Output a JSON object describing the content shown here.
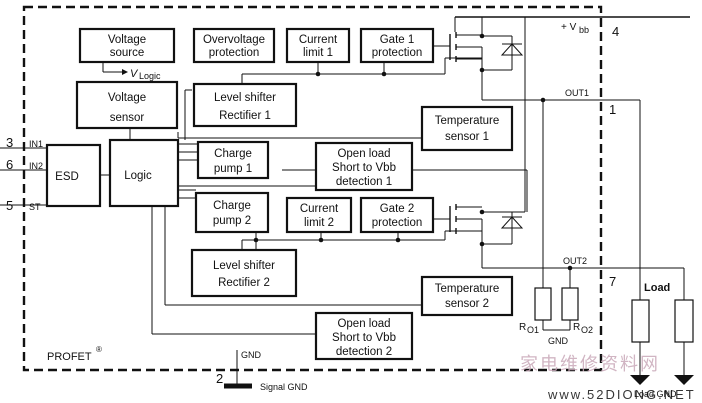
{
  "blocks": {
    "voltage_source": [
      "Voltage",
      "source"
    ],
    "overvoltage_protection": [
      "Overvoltage",
      "protection"
    ],
    "current_limit_1": [
      "Current",
      "limit 1"
    ],
    "gate_1_protection": [
      "Gate 1",
      "protection"
    ],
    "voltage_sensor": [
      "Voltage",
      "sensor"
    ],
    "level_shifter_1": [
      "Level shifter",
      "Rectifier 1"
    ],
    "temperature_sensor_1": [
      "Temperature",
      "sensor 1"
    ],
    "esd": "ESD",
    "logic": "Logic",
    "charge_pump_1": [
      "Charge",
      "pump 1"
    ],
    "open_load_1": [
      "Open load",
      "Short to Vbb",
      "detection 1"
    ],
    "charge_pump_2": [
      "Charge",
      "pump 2"
    ],
    "current_limit_2": [
      "Current",
      "limit 2"
    ],
    "gate_2_protection": [
      "Gate 2",
      "protection"
    ],
    "level_shifter_2": [
      "Level shifter",
      "Rectifier 2"
    ],
    "temperature_sensor_2": [
      "Temperature",
      "sensor 2"
    ],
    "open_load_2": [
      "Open load",
      "Short to Vbb",
      "detection 2"
    ]
  },
  "pins": {
    "in1": {
      "number": "3",
      "name": "IN1"
    },
    "in2": {
      "number": "6",
      "name": "IN2"
    },
    "st": {
      "number": "5",
      "name": "ST"
    },
    "vbb": {
      "number": "4",
      "name_prefix": "+ V",
      "name_sub": "bb"
    },
    "out1": {
      "number": "1",
      "name": "OUT1"
    },
    "out2": {
      "number": "7",
      "name": "OUT2"
    },
    "gnd": {
      "number": "2",
      "name": "GND"
    }
  },
  "labels": {
    "v_logic_v": "V",
    "v_logic_sub": "Logic",
    "ro1_r": "R",
    "ro1_sub": "O1",
    "ro2_r": "R",
    "ro2_sub": "O2",
    "gnd_resistors": "GND",
    "load": "Load",
    "load_gnd": "Load GND",
    "signal_gnd": "Signal GND",
    "profet": "PROFET",
    "profet_mark": "®"
  },
  "watermark": {
    "cn": "家电维修资料网",
    "url": "www.52DIONG.NET"
  }
}
